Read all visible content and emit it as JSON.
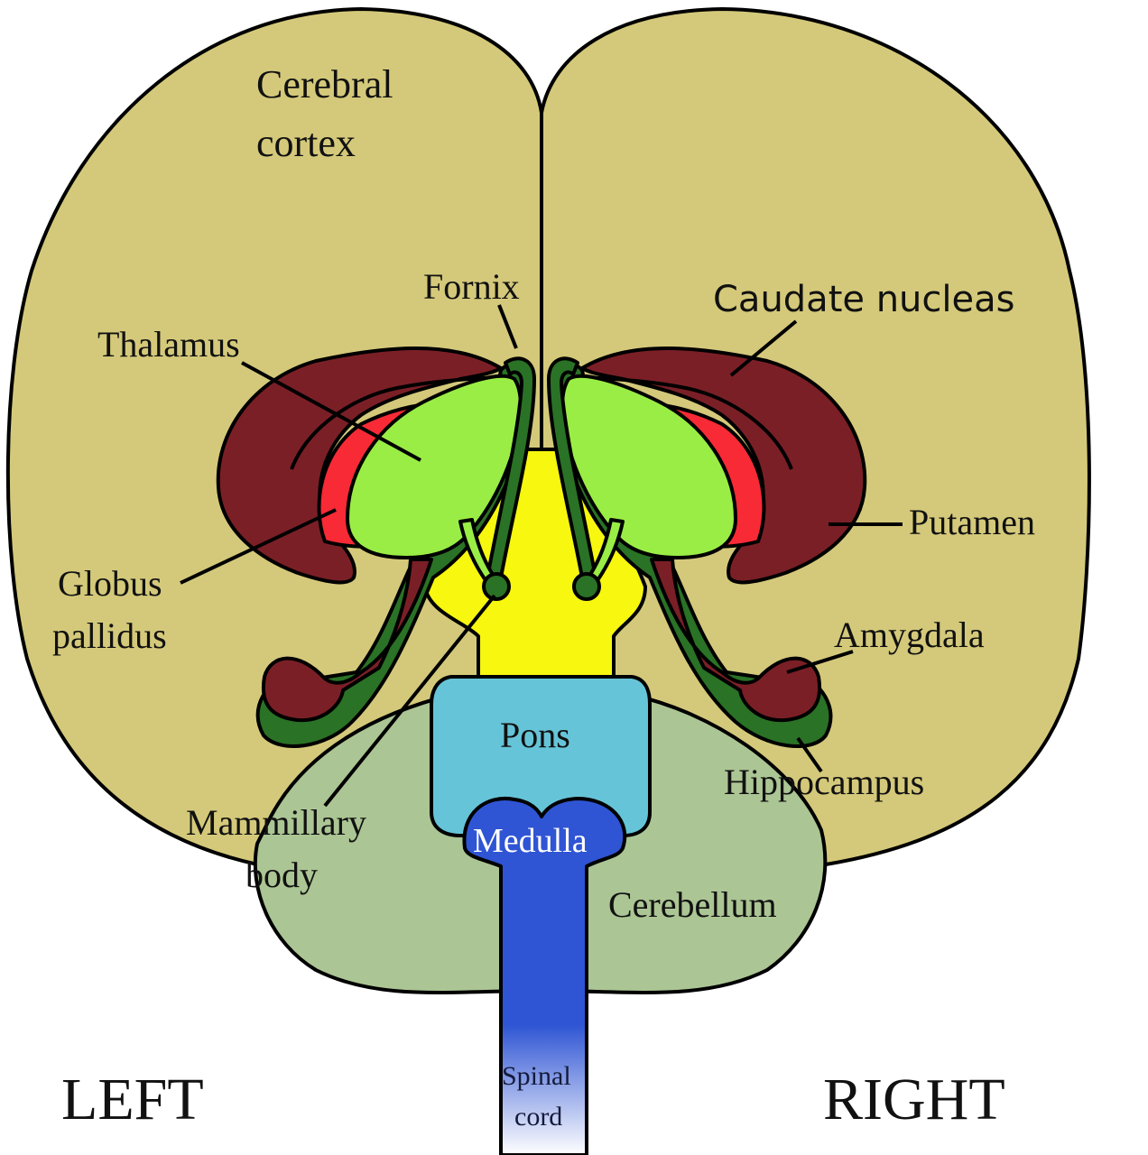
{
  "labels": {
    "cerebral_cortex_line1": "Cerebral",
    "cerebral_cortex_line2": "cortex",
    "fornix": "Fornix",
    "caudate_nucleus": "Caudate nucleas",
    "thalamus": "Thalamus",
    "putamen": "Putamen",
    "globus_pallidus_line1": "Globus",
    "globus_pallidus_line2": "pallidus",
    "amygdala": "Amygdala",
    "pons": "Pons",
    "hippocampus": "Hippocampus",
    "mammillary_body_line1": "Mammillary",
    "mammillary_body_line2": "body",
    "medulla": "Medulla",
    "cerebellum": "Cerebellum",
    "spinal_cord_line1": "Spinal",
    "spinal_cord_line2": "cord",
    "left": "LEFT",
    "right": "RIGHT"
  },
  "colors": {
    "cerebrum": "#d4c97a",
    "cerebellum": "#abc594",
    "pons": "#66c4d8",
    "medulla": "#2f55d4",
    "midbrain": "#f7f70f",
    "thalamus": "#9aed45",
    "globus_pallidus": "#f72a36",
    "caudate_putamen": "#7b1f27",
    "hippocampus_fornix": "#2a7226",
    "outline": "#000000"
  }
}
